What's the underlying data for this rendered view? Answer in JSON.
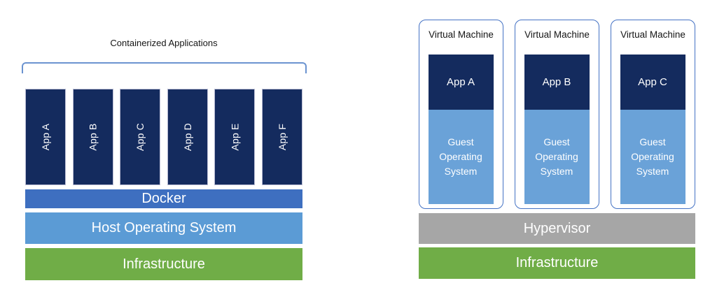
{
  "left": {
    "title": "Containerized Applications",
    "apps": [
      "App A",
      "App B",
      "App C",
      "App D",
      "App E",
      "App F"
    ],
    "layers": [
      {
        "label": "Docker",
        "color": "#3E6FC0"
      },
      {
        "label": "Host Operating System",
        "color": "#5B9BD5"
      },
      {
        "label": "Infrastructure",
        "color": "#70AD47"
      }
    ]
  },
  "right": {
    "vms": [
      {
        "title": "Virtual Machine",
        "app": "App A",
        "os": "Guest\nOperating\nSystem"
      },
      {
        "title": "Virtual Machine",
        "app": "App B",
        "os": "Guest\nOperating\nSystem"
      },
      {
        "title": "Virtual Machine",
        "app": "App C",
        "os": "Guest\nOperating\nSystem"
      }
    ],
    "layers": [
      {
        "label": "Hypervisor",
        "color": "#A6A6A6"
      },
      {
        "label": "Infrastructure",
        "color": "#70AD47"
      }
    ]
  },
  "palette": {
    "app_navy": "#142B5E",
    "docker_blue": "#3E6FC0",
    "host_os_blue": "#5B9BD5",
    "guest_os_blue": "#6AA2D8",
    "infrastructure_green": "#70AD47",
    "hypervisor_gray": "#A6A6A6",
    "vm_border_blue": "#4472C4",
    "bracket_blue": "#6B93D0",
    "label_text": "#FFFFFF",
    "heading_text": "#151515"
  }
}
